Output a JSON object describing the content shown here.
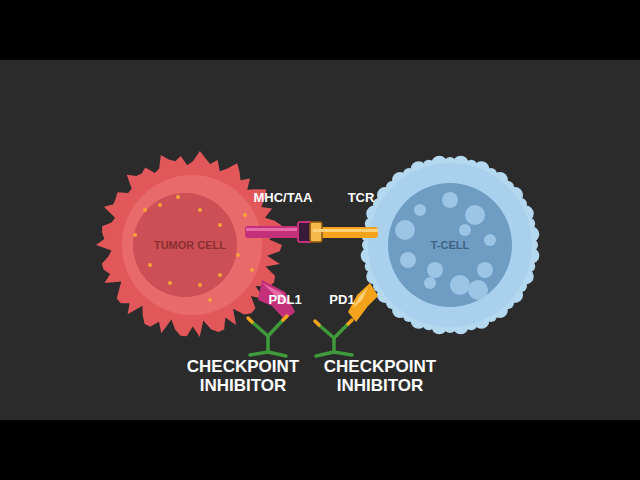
{
  "diagram": {
    "nodes": [
      {
        "text": [
          "TUMOR CELL"
        ]
      },
      {
        "text": [
          "T-CELL"
        ]
      }
    ],
    "labels": [
      "MHC/TAA",
      "TCR",
      "PDL1",
      "PD1",
      "CHECKPOINT INHIBITOR",
      "CHECKPOINT INHIBITOR"
    ]
  }
}
